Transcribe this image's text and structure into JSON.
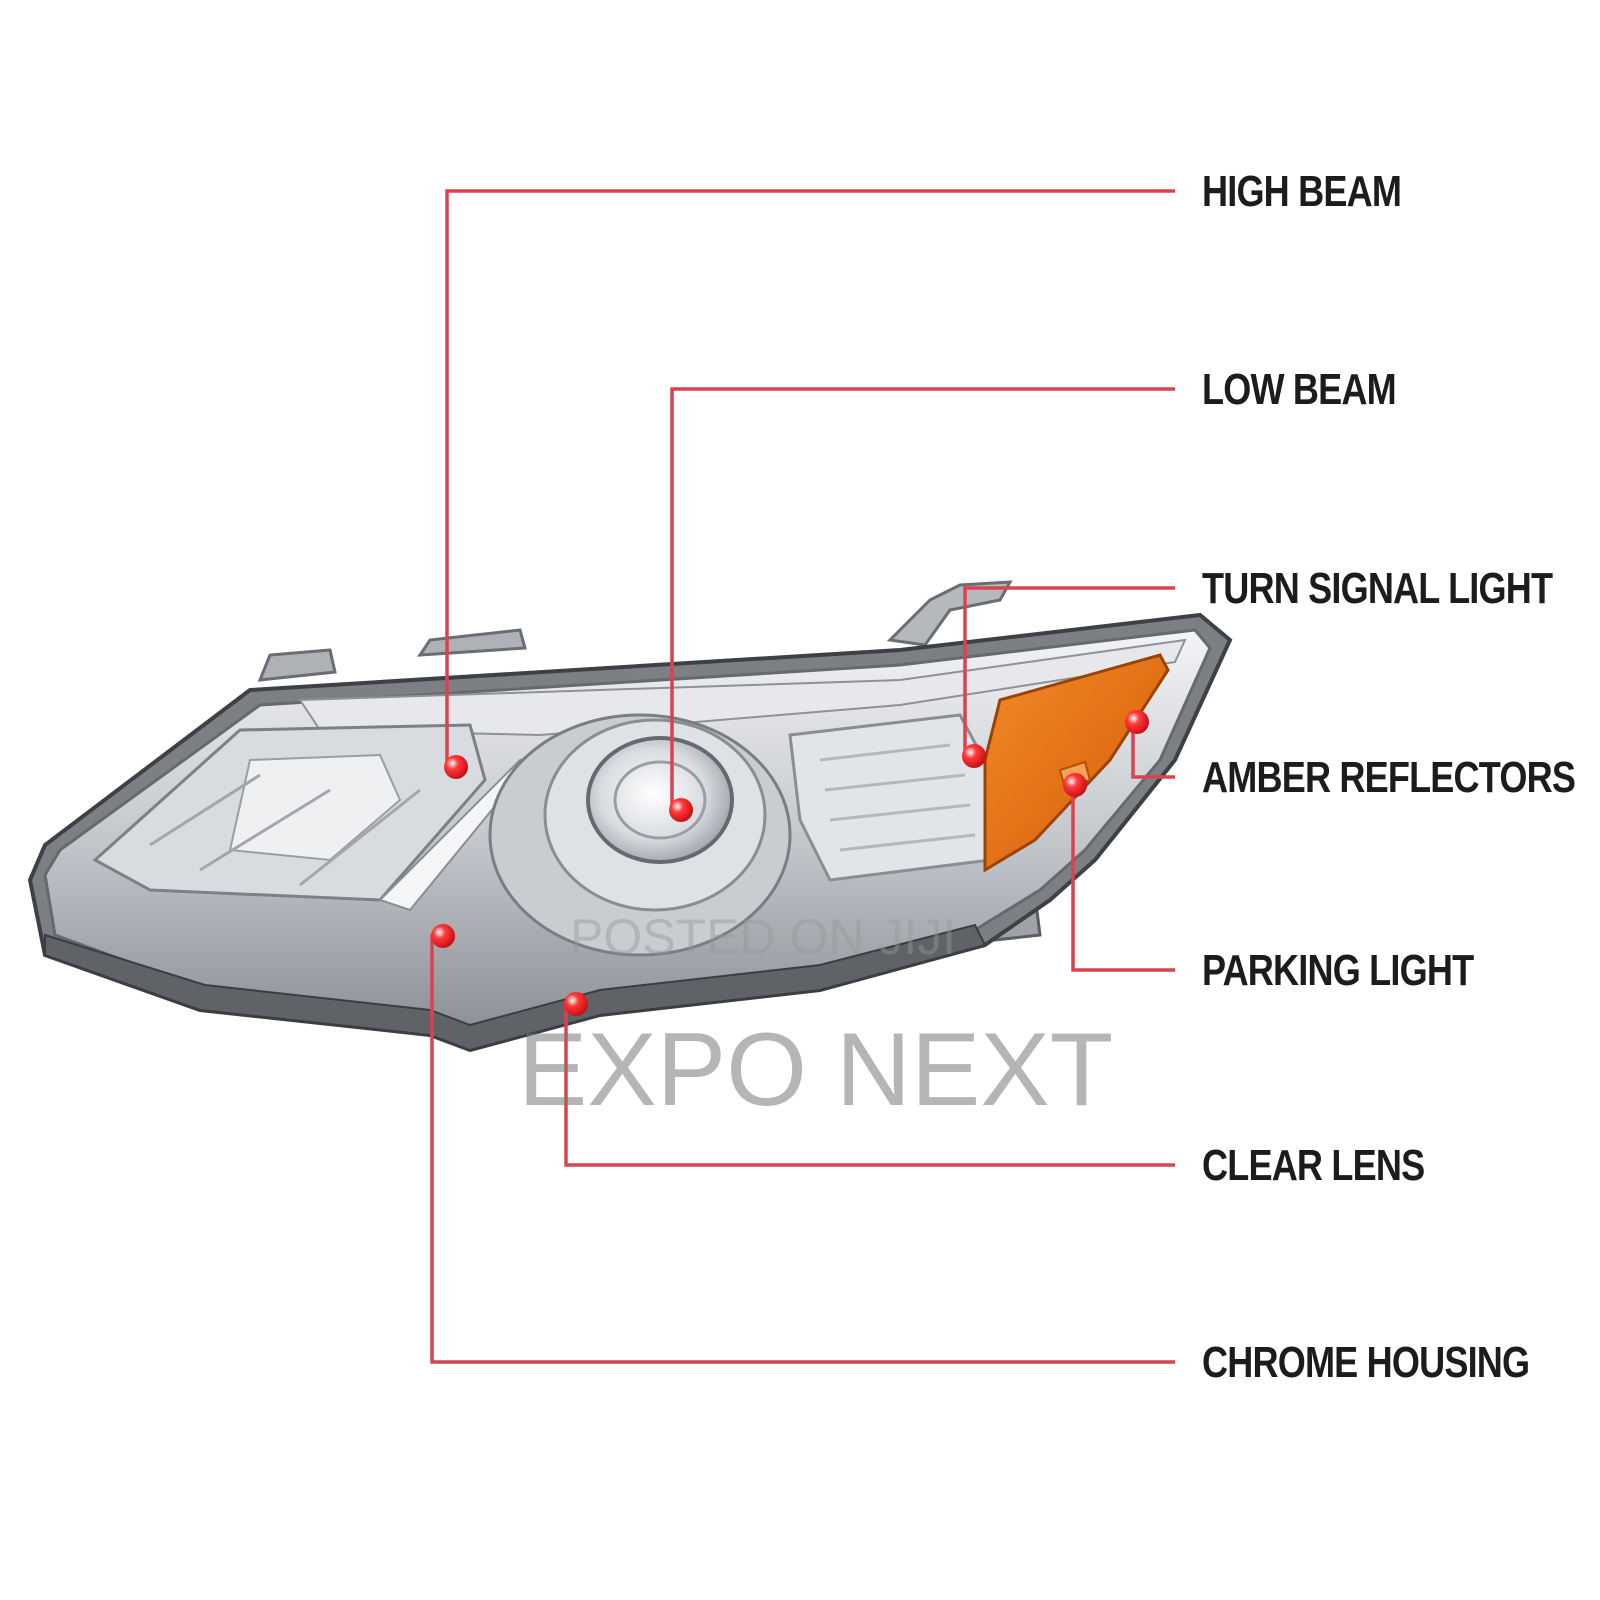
{
  "colors": {
    "leader_line": "#d9434f",
    "marker": "#e8161f",
    "amber": "#e86a10",
    "chrome": "#c9ccd1",
    "outline": "#55585d",
    "label_text": "#1c1c1c"
  },
  "labels": {
    "high_beam": "HIGH BEAM",
    "low_beam": "LOW BEAM",
    "turn_signal": "TURN SIGNAL LIGHT",
    "amber_reflectors": "AMBER REFLECTORS",
    "parking_light": "PARKING LIGHT",
    "clear_lens": "CLEAR LENS",
    "chrome_housing": "CHROME HOUSING"
  },
  "watermark": {
    "small": "POSTED ON JIJI",
    "large": "EXPO NEXT"
  }
}
